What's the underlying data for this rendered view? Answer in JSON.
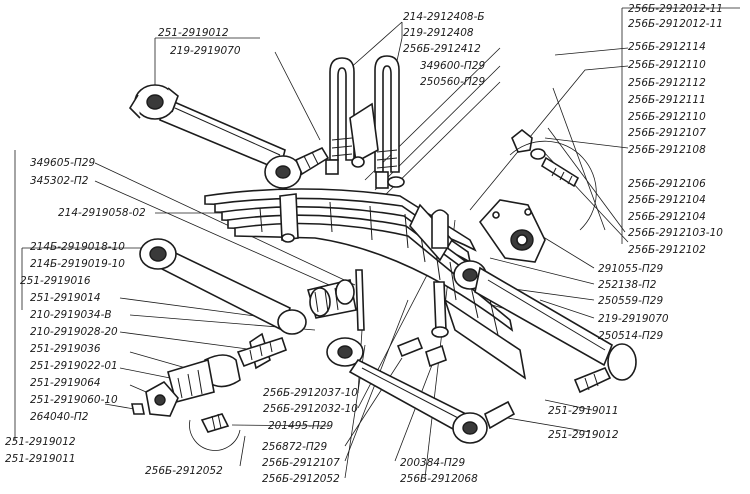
{
  "labels": [
    "251-2919012",
    "219-2919070",
    "214-2912408-Б",
    "219-2912408",
    "256Б-2912412",
    "349600-П29",
    "250560-П29",
    "256Б-2912012-11",
    "256Б-2912012-11",
    "256Б-2912114",
    "256Б-2912110",
    "256Б-2912112",
    "256Б-2912111",
    "256Б-2912110",
    "256Б-2912107",
    "256Б-2912108",
    "256Б-2912106",
    "256Б-2912104",
    "256Б-2912104",
    "256Б-2912103-10",
    "256Б-2912102",
    "349605-П29",
    "345302-П2",
    "214-2919058-02",
    "214Б-2919018-10",
    "214Б-2919019-10",
    "251-2919016",
    "251-2919014",
    "210-2919034-В",
    "210-2919028-20",
    "251-2919036",
    "251-2919022-01",
    "251-2919064",
    "251-2919060-10",
    "264040-П2",
    "251-2919012",
    "251-2919011",
    "256Б-2912052",
    "256Б-2912037-10",
    "256Б-2912032-10",
    "201495-П29",
    "256872-П29",
    "256Б-2912107",
    "256Б-2912052",
    "200384-П29",
    "256Б-2912068",
    "291055-П29",
    "252138-П2",
    "250559-П29",
    "219-2919070",
    "250514-П29",
    "251-2919011",
    "251-2919012"
  ]
}
